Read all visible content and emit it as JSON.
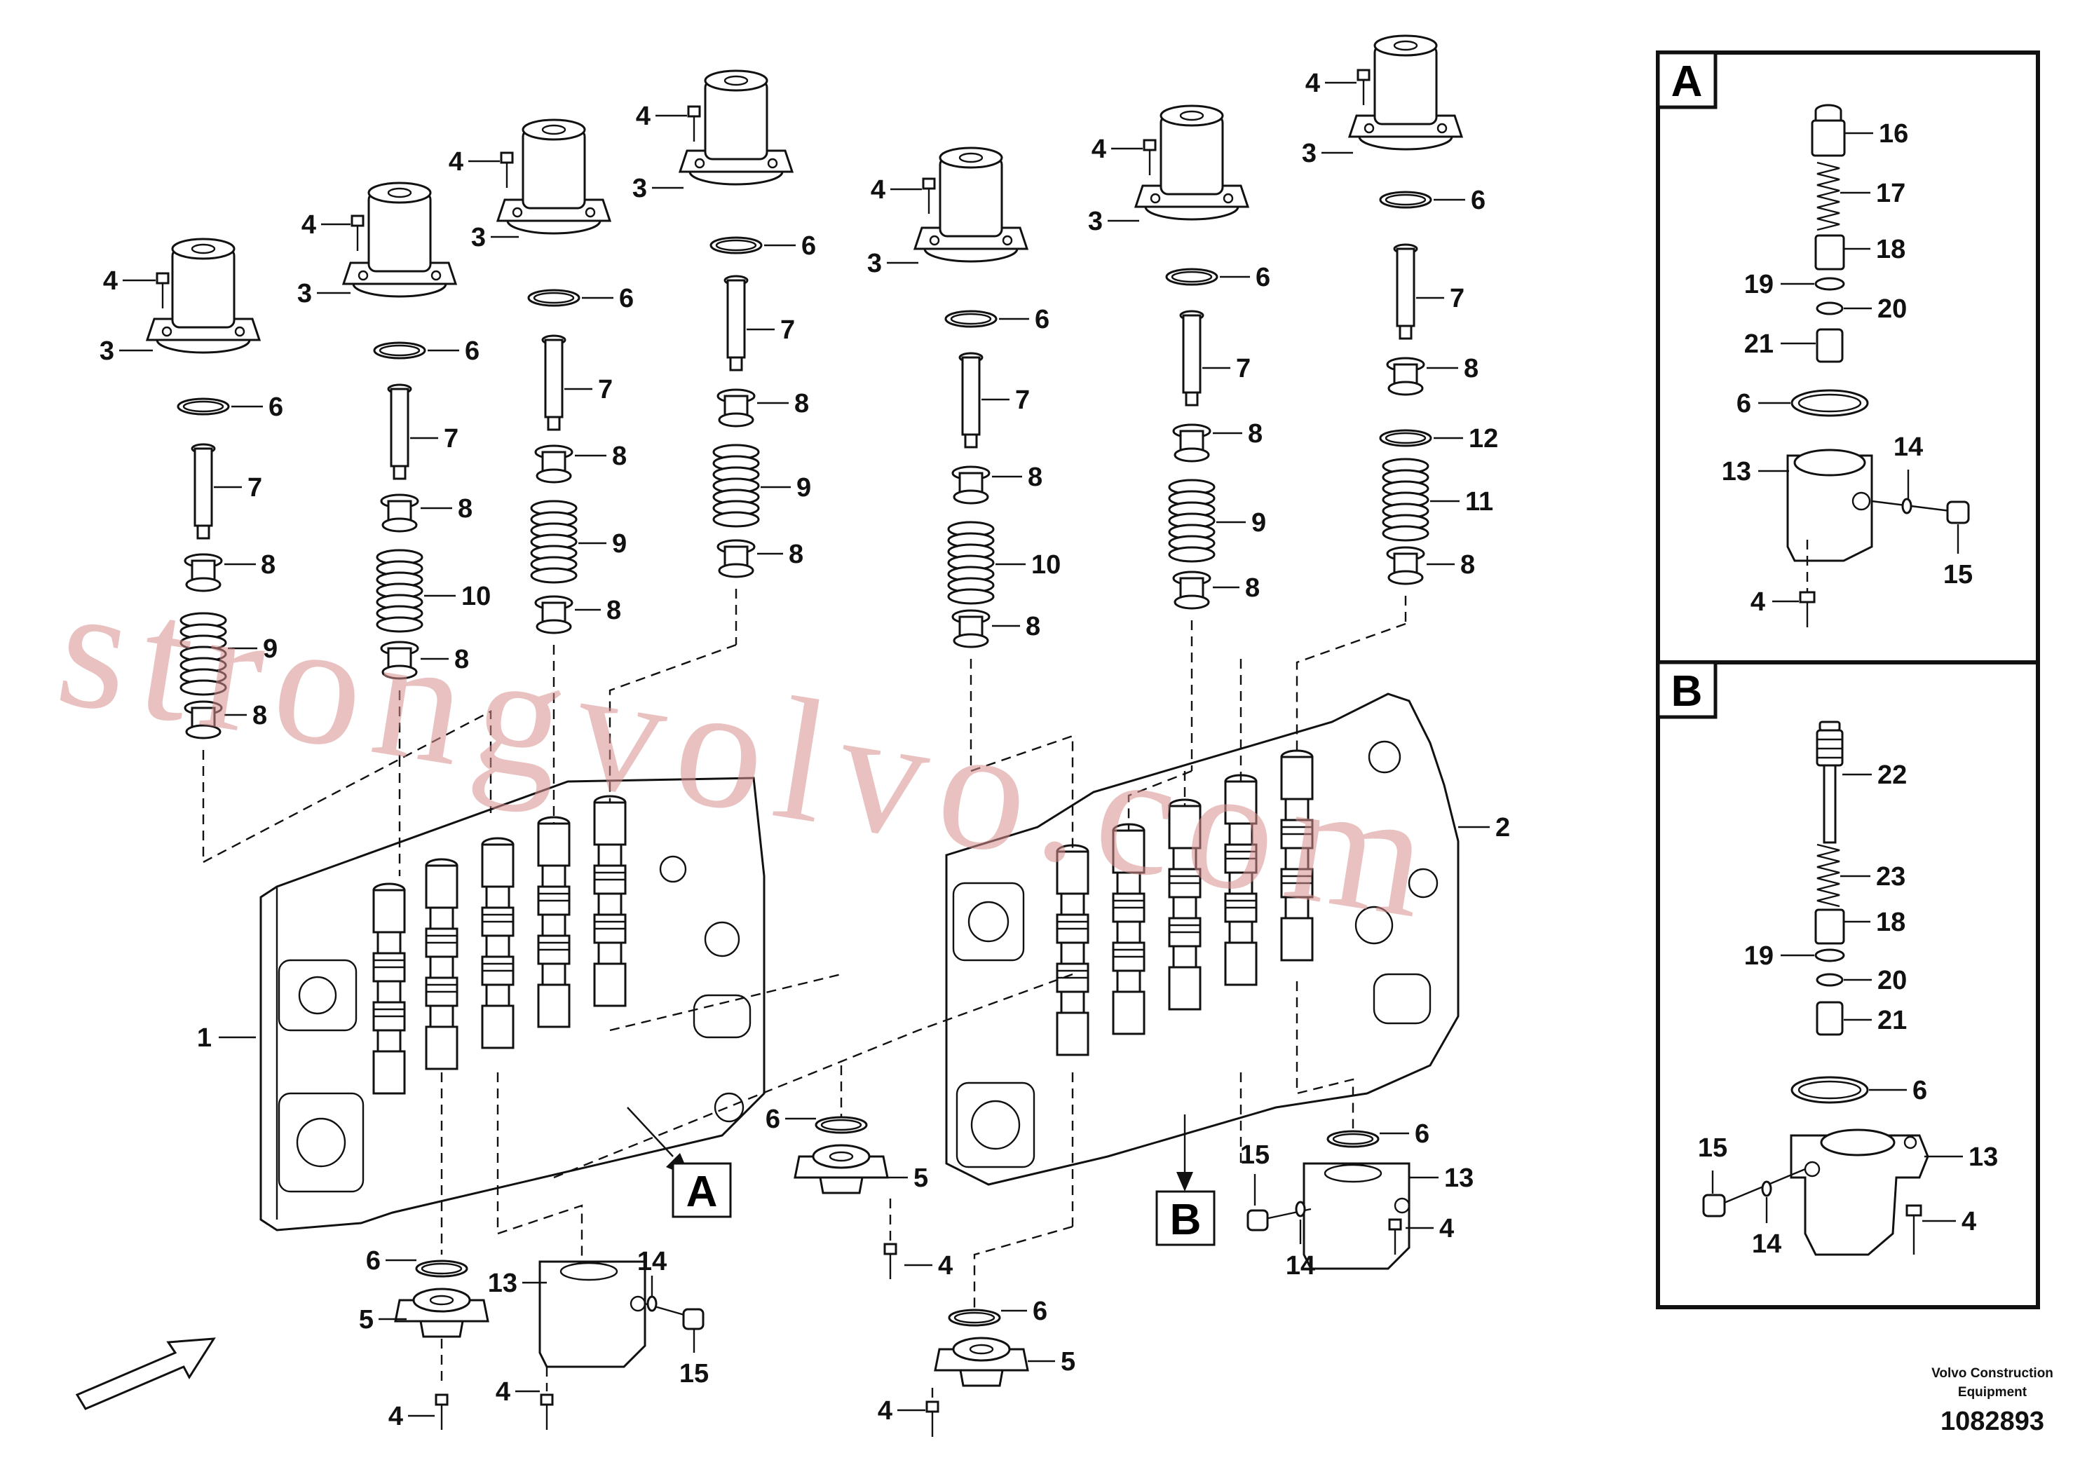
{
  "callouts": {
    "c1": "1",
    "c2": "2",
    "c3": "3",
    "c4": "4",
    "c5": "5",
    "c6": "6",
    "c7": "7",
    "c8": "8",
    "c9": "9",
    "c10": "10",
    "c11": "11",
    "c12": "12",
    "c13": "13",
    "c14": "14",
    "c15": "15",
    "c16": "16",
    "c17": "17",
    "c18": "18",
    "c19": "19",
    "c20": "20",
    "c21": "21",
    "c22": "22",
    "c23": "23"
  },
  "detail_a": {
    "title": "A"
  },
  "detail_b": {
    "title": "B"
  },
  "watermark": "strongvolvo.com",
  "footer": {
    "brand_line1": "Volvo Construction",
    "brand_line2": "Equipment",
    "document_number": "1082893"
  }
}
